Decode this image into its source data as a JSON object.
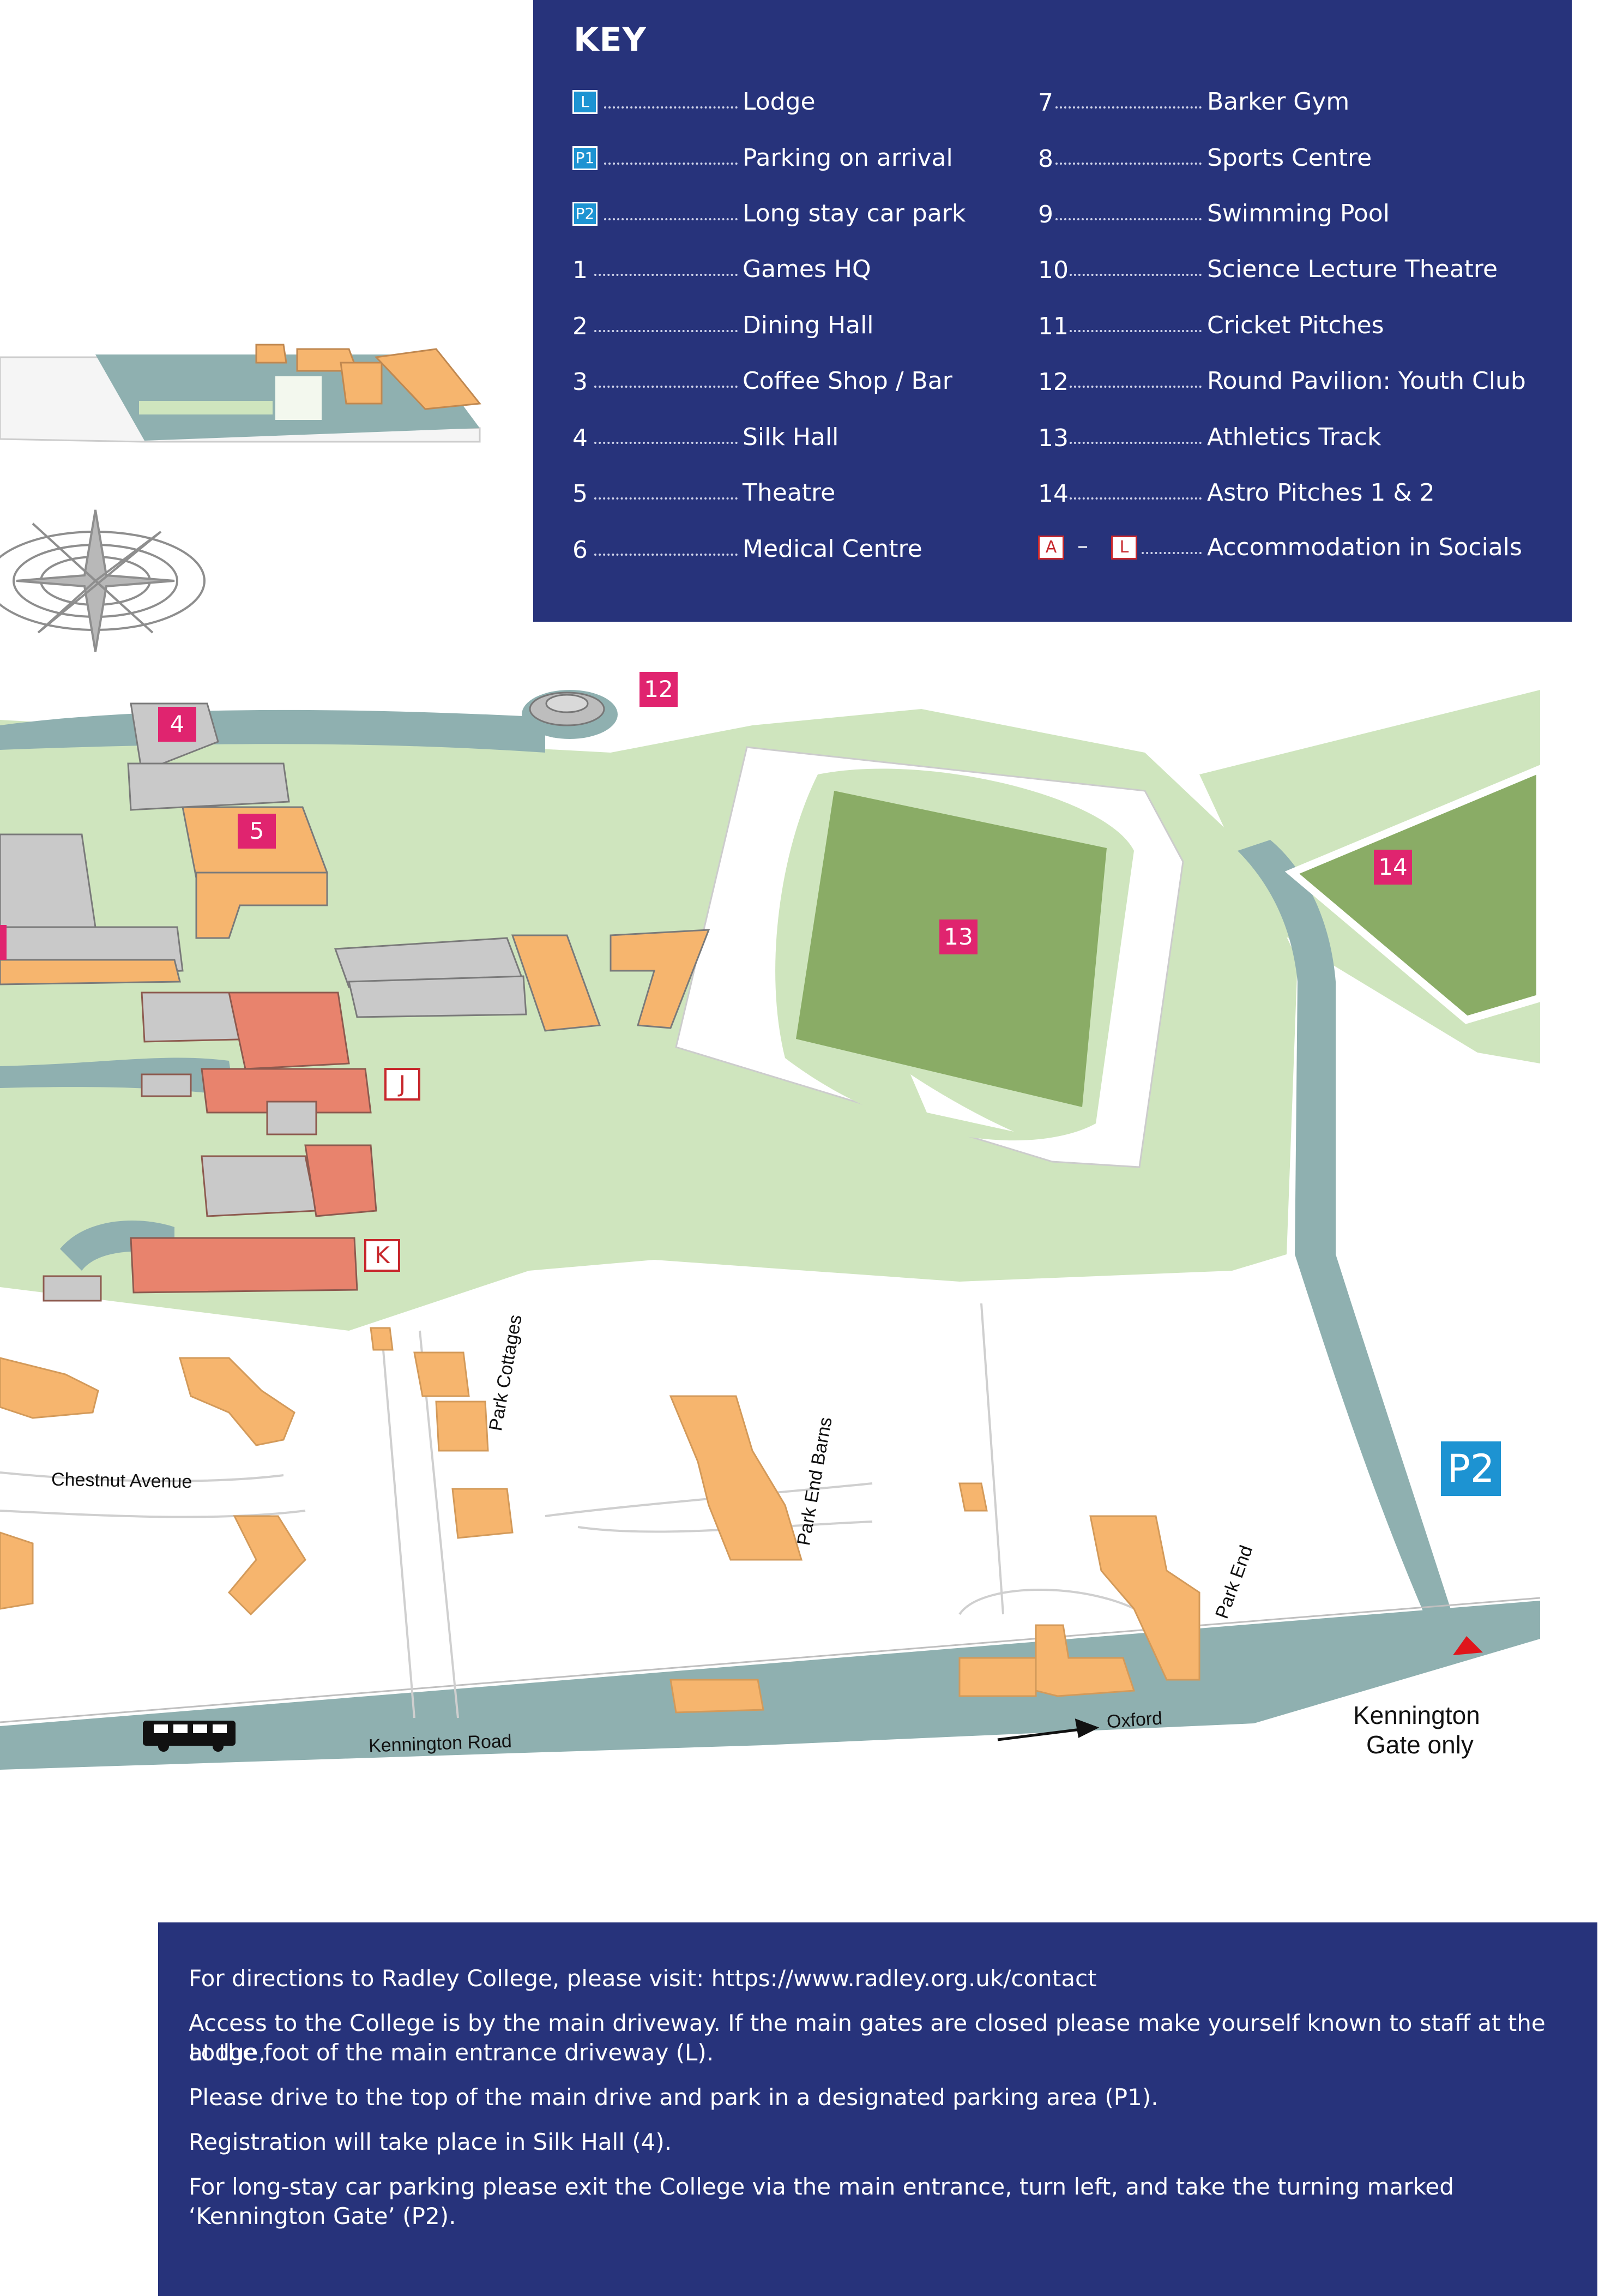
{
  "key": {
    "title": "KEY",
    "left_column": [
      {
        "code": "L",
        "badge": true,
        "label": "Lodge"
      },
      {
        "code": "P1",
        "badge": true,
        "label": "Parking on arrival"
      },
      {
        "code": "P2",
        "badge": true,
        "label": "Long stay car park"
      },
      {
        "code": "1",
        "label": "Games HQ"
      },
      {
        "code": "2",
        "label": "Dining Hall"
      },
      {
        "code": "3",
        "label": "Coffee Shop / Bar"
      },
      {
        "code": "4",
        "label": "Silk Hall"
      },
      {
        "code": "5",
        "label": "Theatre"
      },
      {
        "code": "6",
        "label": "Medical Centre"
      }
    ],
    "right_column": [
      {
        "code": "7",
        "label": "Barker Gym"
      },
      {
        "code": "8",
        "label": "Sports Centre"
      },
      {
        "code": "9",
        "label": "Swimming Pool"
      },
      {
        "code": "10",
        "label": "Science Lecture Theatre"
      },
      {
        "code": "11",
        "label": "Cricket Pitches"
      },
      {
        "code": "12",
        "label": "Round Pavilion: Youth Club"
      },
      {
        "code": "13",
        "label": "Athletics Track"
      },
      {
        "code": "14",
        "label": "Astro Pitches 1 & 2"
      }
    ],
    "accommodation": {
      "from": "A",
      "dash": "–",
      "to": "L",
      "label": "Accommodation in Socials"
    }
  },
  "map": {
    "building_pins": [
      "4",
      "5",
      "12",
      "13",
      "14"
    ],
    "accommodation_pins": [
      "J",
      "K"
    ],
    "parking_badge": "P2",
    "streets": {
      "chestnut": "Chestnut Avenue",
      "park_cottages": "Park Cottages",
      "park_end_barns": "Park End Barns",
      "park_end": "Park End",
      "kennington_road": "Kennington Road",
      "oxford": "Oxford",
      "gate_line1": "Kennington",
      "gate_line2": "Gate only"
    },
    "colors": {
      "grass": "#cfe5be",
      "pitch": "#8aac66",
      "water": "#8fb0b0",
      "building_roof": "#f6b56e",
      "brick": "#e8836d",
      "pin": "#e0246f",
      "panel": "#27337b",
      "badge_blue": "#1d93d2"
    }
  },
  "info": {
    "lines": [
      "For directions to Radley College, please visit: https://www.radley.org.uk/contact",
      "Access to the College is by the main driveway. If the main gates are closed please make yourself known to staff at the Lodge,",
      "at the foot of the main entrance driveway (L).",
      "Please drive to the top of the main drive and park in a designated parking area (P1).",
      "Registration will take place in Silk Hall (4).",
      "For long-stay car parking please exit the College via the main entrance, turn left, and take the turning marked ‘Kennington Gate’ (P2)."
    ]
  }
}
